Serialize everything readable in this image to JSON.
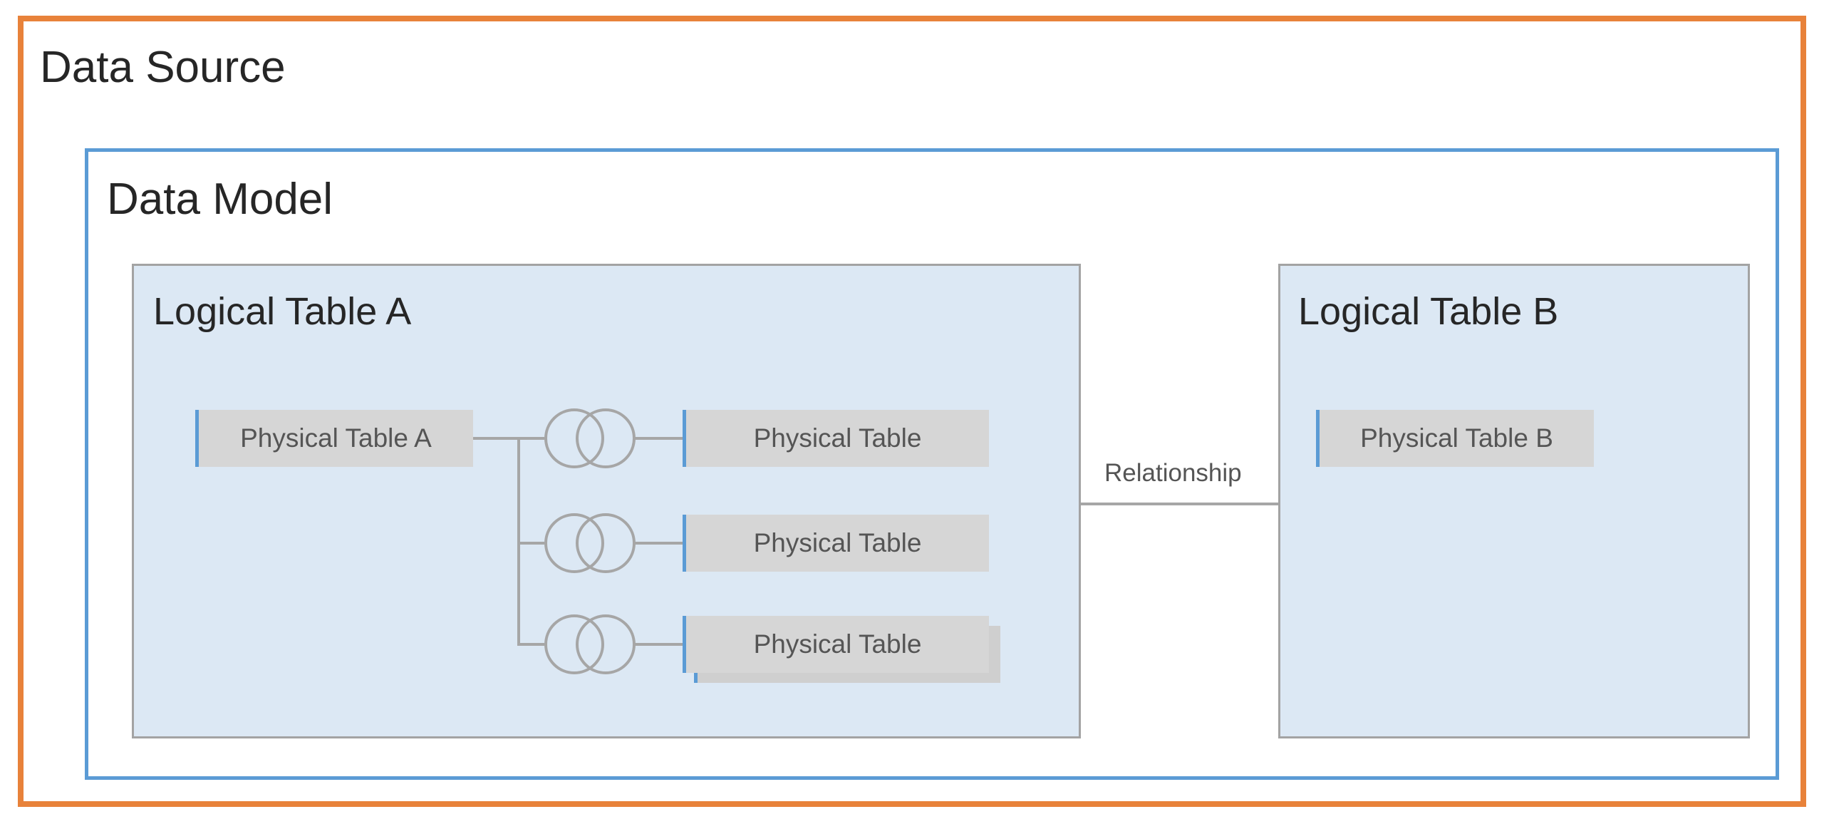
{
  "diagram": {
    "data_source_title": "Data Source",
    "data_model_title": "Data Model",
    "logical_table_a": {
      "title": "Logical Table A",
      "root_table": "Physical Table A",
      "joined_tables": [
        "Physical Table",
        "Physical Table",
        "Physical Table"
      ]
    },
    "logical_table_b": {
      "title": "Logical Table B",
      "table": "Physical Table B"
    },
    "relationship_label": "Relationship"
  },
  "colors": {
    "data_source_border": "#e8823a",
    "data_model_border": "#5b9bd5",
    "logical_fill": "#dce8f4",
    "physical_fill": "#d6d6d6",
    "connector": "#a6a6a6"
  },
  "icons": {
    "join": "join-venn-icon"
  }
}
